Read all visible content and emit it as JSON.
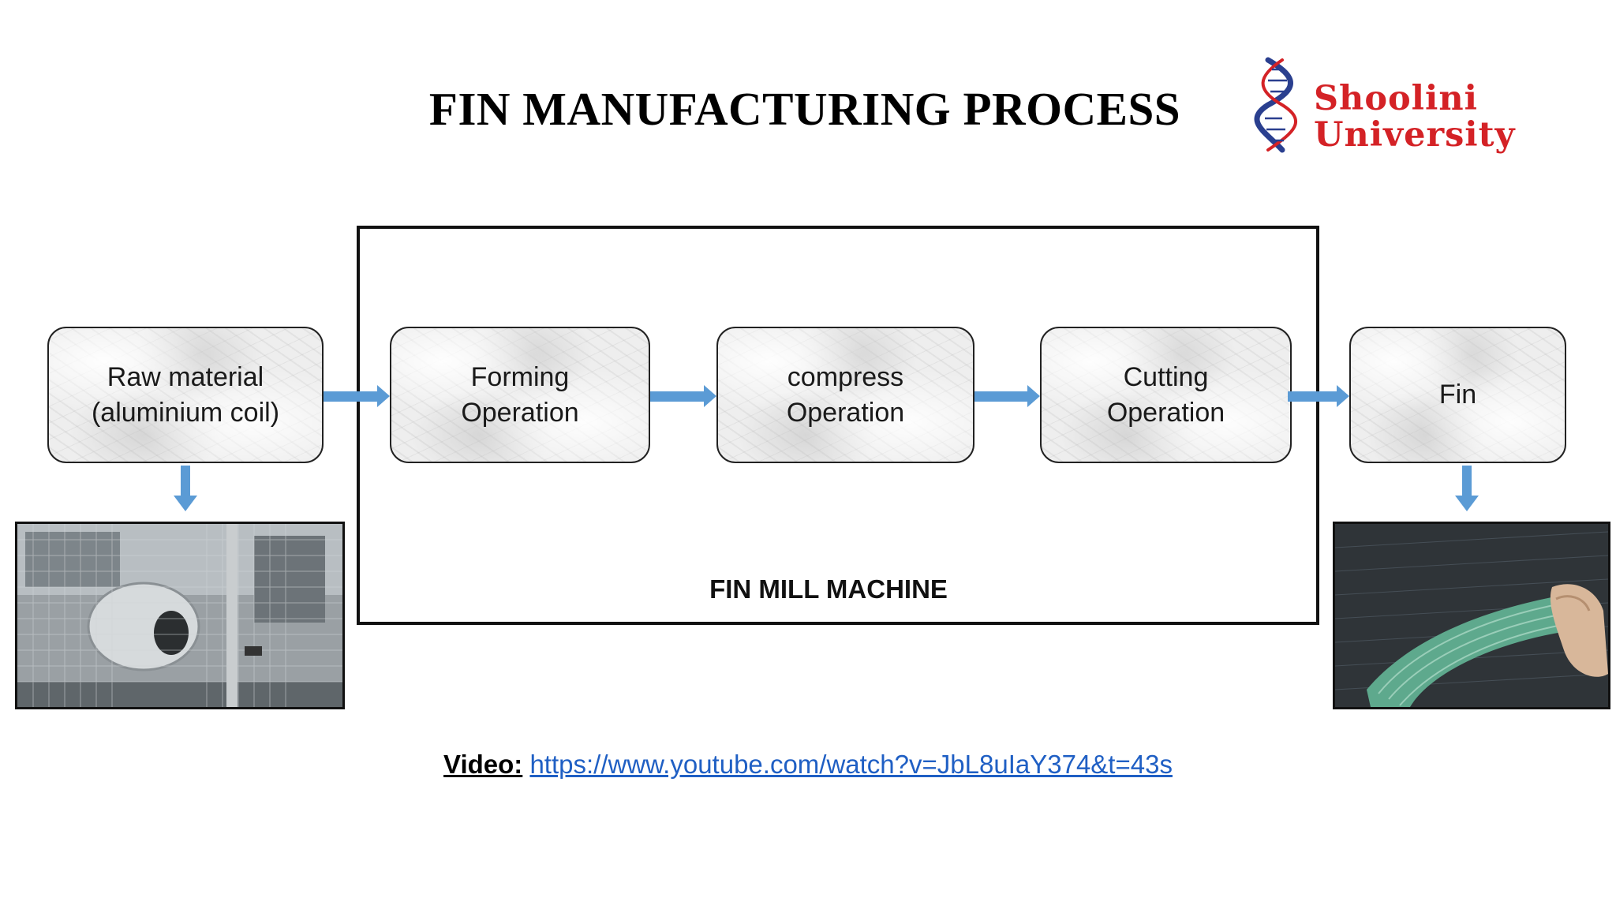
{
  "title": "FIN MANUFACTURING PROCESS",
  "logo": {
    "line1": "Shoolini",
    "line2": "University",
    "text_color": "#d42226",
    "helix_color": "#2a3f8f"
  },
  "machine": {
    "label": "FIN MILL MACHINE"
  },
  "steps": [
    {
      "label": "Raw material\n(aluminium coil)"
    },
    {
      "label": "Forming\nOperation"
    },
    {
      "label": "compress\nOperation"
    },
    {
      "label": "Cutting\nOperation"
    },
    {
      "label": "Fin"
    }
  ],
  "arrow_color": "#5b9bd5",
  "video": {
    "label": "Video:",
    "url": "https://www.youtube.com/watch?v=JbL8uIaY374&t=43s"
  }
}
